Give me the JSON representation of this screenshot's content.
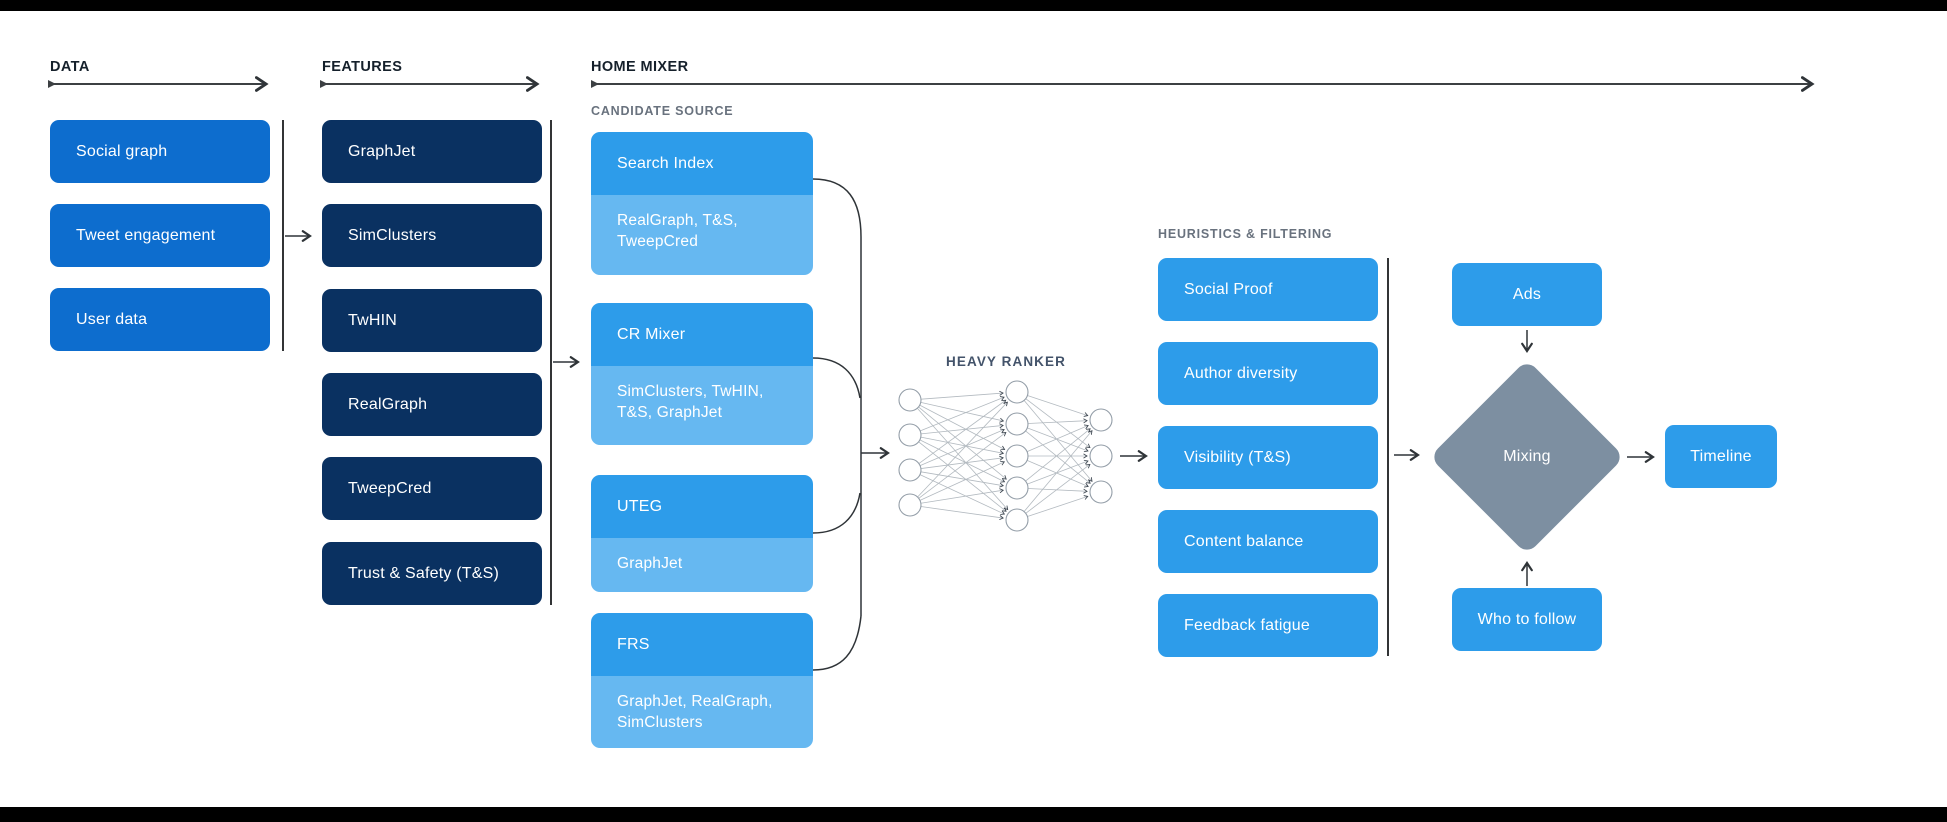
{
  "sections": {
    "data": {
      "label": "DATA",
      "items": [
        {
          "label": "Social graph"
        },
        {
          "label": "Tweet engagement"
        },
        {
          "label": "User data"
        }
      ]
    },
    "features": {
      "label": "FEATURES",
      "items": [
        {
          "label": "GraphJet"
        },
        {
          "label": "SimClusters"
        },
        {
          "label": "TwHIN"
        },
        {
          "label": "RealGraph"
        },
        {
          "label": "TweepCred"
        },
        {
          "label": "Trust & Safety (T&S)"
        }
      ]
    },
    "home_mixer": {
      "label": "HOME MIXER",
      "candidate_source": {
        "label": "CANDIDATE SOURCE",
        "items": [
          {
            "title": "Search Index",
            "features_used": "RealGraph, T&S, TweepCred"
          },
          {
            "title": "CR Mixer",
            "features_used": "SimClusters, TwHIN, T&S, GraphJet"
          },
          {
            "title": "UTEG",
            "features_used": "GraphJet"
          },
          {
            "title": "FRS",
            "features_used": "GraphJet, RealGraph, SimClusters"
          }
        ]
      },
      "heavy_ranker": {
        "label": "HEAVY RANKER"
      },
      "heuristics": {
        "label": "HEURISTICS & FILTERING",
        "items": [
          {
            "label": "Social Proof"
          },
          {
            "label": "Author diversity"
          },
          {
            "label": "Visibility (T&S)"
          },
          {
            "label": "Content balance"
          },
          {
            "label": "Feedback fatigue"
          }
        ]
      },
      "mixing": {
        "ads": "Ads",
        "diamond": "Mixing",
        "who_to_follow": "Who to follow",
        "timeline": "Timeline"
      }
    }
  },
  "colors": {
    "primary_blue": "#0d6dce",
    "navy": "#0a3161",
    "bright_blue": "#2d9cea",
    "light_blue": "#66b8f1",
    "diamond_gray": "#7d8fa1",
    "connector": "#2f3438"
  }
}
